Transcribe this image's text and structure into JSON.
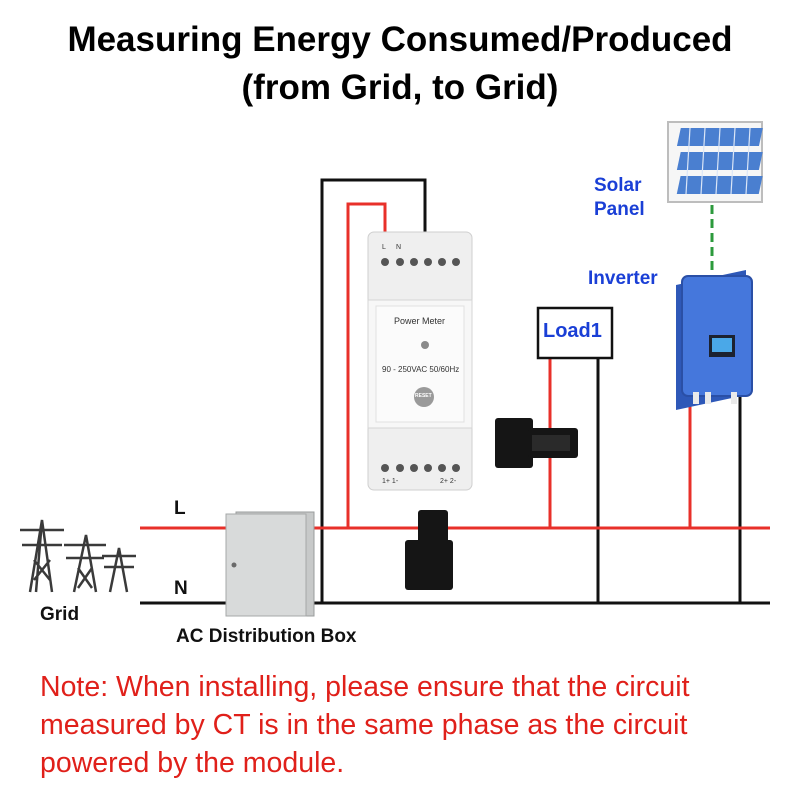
{
  "title": {
    "line1": "Measuring  Energy Consumed/Produced",
    "line2": "(from Grid, to Grid)"
  },
  "labels": {
    "solar_panel_line1": "Solar",
    "solar_panel_line2": "Panel",
    "inverter": "Inverter",
    "load": "Load1",
    "live": "L",
    "neutral": "N",
    "grid": "Grid",
    "ac_box": "AC Distribution Box"
  },
  "meter": {
    "name": "Power Meter",
    "spec": "90 - 250VAC 50/60Hz",
    "reset": "RESET",
    "top_terminal_l": "L",
    "top_terminal_n": "N",
    "bottom_terminals_left": "1+  1-",
    "bottom_terminals_right": "2+  2-"
  },
  "note": {
    "prefix": "Note:",
    "text": " When installing, please ensure that the circuit measured by CT is in the same phase as the circuit powered by the module."
  },
  "colors": {
    "live_wire": "#e8302a",
    "neutral_wire": "#111111",
    "note": "#e0201a",
    "blue_label": "#1a3fd6",
    "inverter": "#3f6fd8",
    "solar_dash": "#2c9a3c"
  }
}
